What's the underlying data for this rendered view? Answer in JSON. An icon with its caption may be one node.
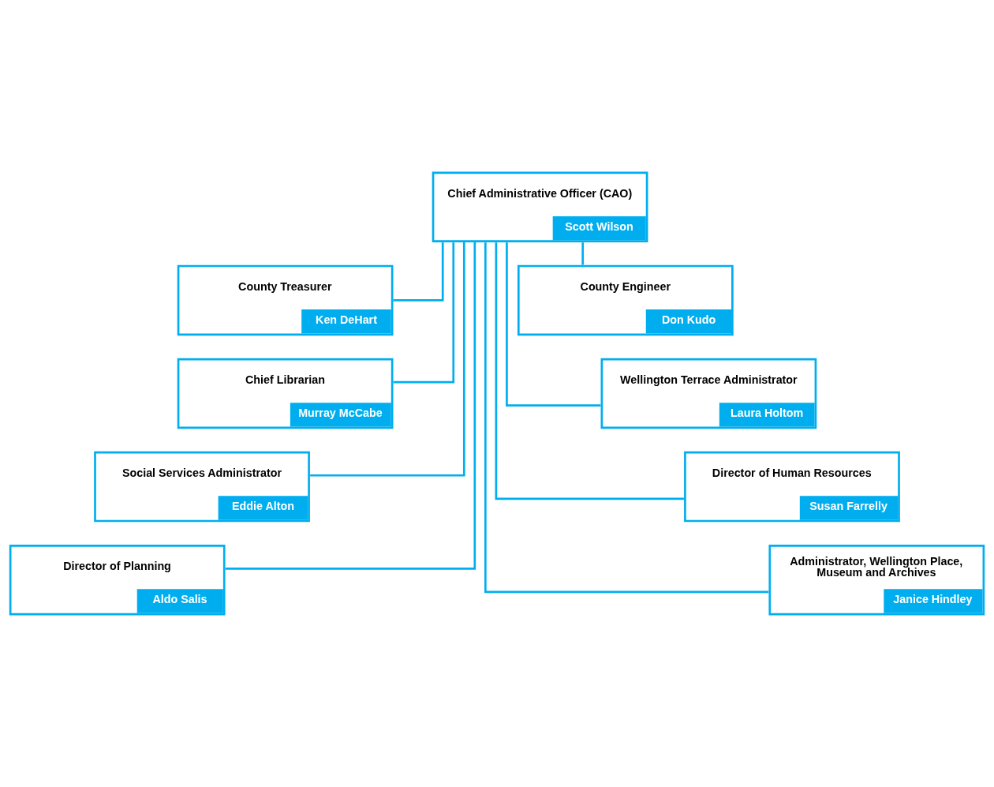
{
  "diagram": {
    "nodes": [
      {
        "text": [
          "Chief Administrative Officer (CAO)",
          "Scott Wilson"
        ]
      },
      {
        "text": [
          "County Treasurer",
          "Ken DeHart"
        ]
      },
      {
        "text": [
          "County Engineer",
          "Don Kudo"
        ]
      },
      {
        "text": [
          "Chief Librarian",
          "Murray McCabe"
        ]
      },
      {
        "text": [
          "Wellington Terrace Administrator",
          "Laura Holtom"
        ]
      },
      {
        "text": [
          "Social Services Administrator",
          "Eddie Alton"
        ]
      },
      {
        "text": [
          "Director of Human Resources",
          "Susan Farrelly"
        ]
      },
      {
        "text": [
          "Director of Planning",
          "Aldo Salis"
        ]
      },
      {
        "text": [
          "Administrator, Wellington Place, Museum and Archives",
          "Janice Hindley"
        ]
      }
    ],
    "edges": [
      {
        "from": 0,
        "to": 1,
        "arrow": "none"
      },
      {
        "from": 0,
        "to": 2,
        "arrow": "none"
      },
      {
        "from": 0,
        "to": 3,
        "arrow": "none"
      },
      {
        "from": 0,
        "to": 4,
        "arrow": "none"
      },
      {
        "from": 0,
        "to": 5,
        "arrow": "none"
      },
      {
        "from": 0,
        "to": 6,
        "arrow": "none"
      },
      {
        "from": 0,
        "to": 7,
        "arrow": "none"
      },
      {
        "from": 0,
        "to": 8,
        "arrow": "none"
      }
    ]
  }
}
